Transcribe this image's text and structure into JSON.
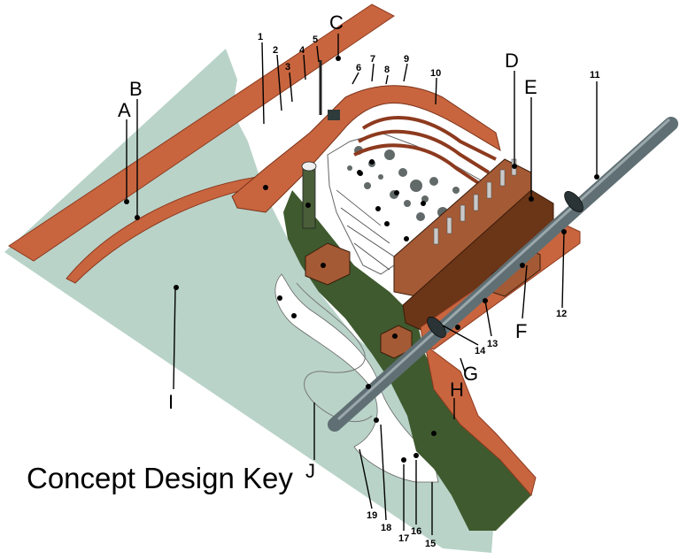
{
  "title": "Concept Design Key",
  "palette": {
    "ground": "#b9d3c9",
    "terrace": "#c8653f",
    "terrace_dark": "#8d3a1e",
    "building": "#a45a34",
    "building_dark": "#6b3517",
    "vegetation": "#3f5a2e",
    "pipe": "#5f6f74",
    "rubble": "#ffffff"
  },
  "letter_labels": [
    "A",
    "B",
    "C",
    "D",
    "E",
    "F",
    "G",
    "H",
    "I",
    "J"
  ],
  "number_labels": [
    "1",
    "2",
    "3",
    "4",
    "5",
    "6",
    "7",
    "8",
    "9",
    "10",
    "11",
    "12",
    "13",
    "14",
    "15",
    "16",
    "17",
    "18",
    "19"
  ],
  "icons": {
    "river": "river-channel",
    "pipe": "pipeline",
    "terrace": "curved-terrace",
    "building": "block-building"
  }
}
